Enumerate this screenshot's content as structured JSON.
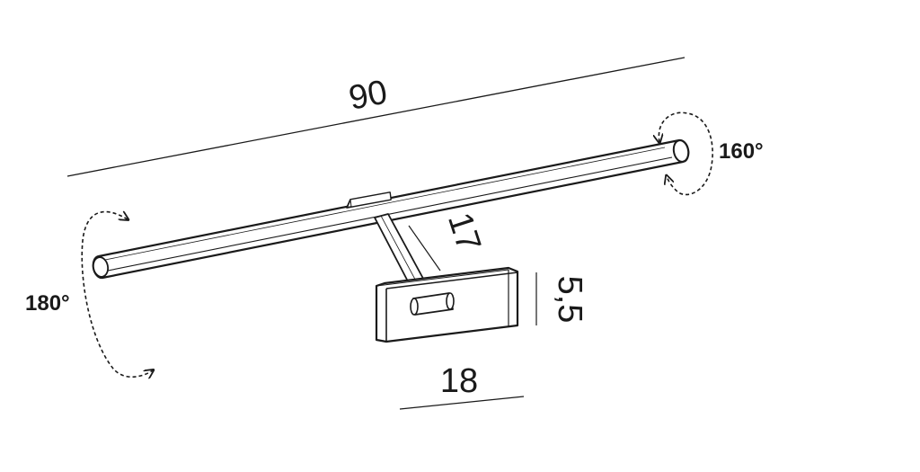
{
  "dimensions": {
    "length": "90",
    "arm": "17",
    "height": "5,5",
    "width": "18"
  },
  "rotations": {
    "left": "180°",
    "right": "160°"
  },
  "colors": {
    "line": "#1a1a1a",
    "background": "#ffffff"
  }
}
